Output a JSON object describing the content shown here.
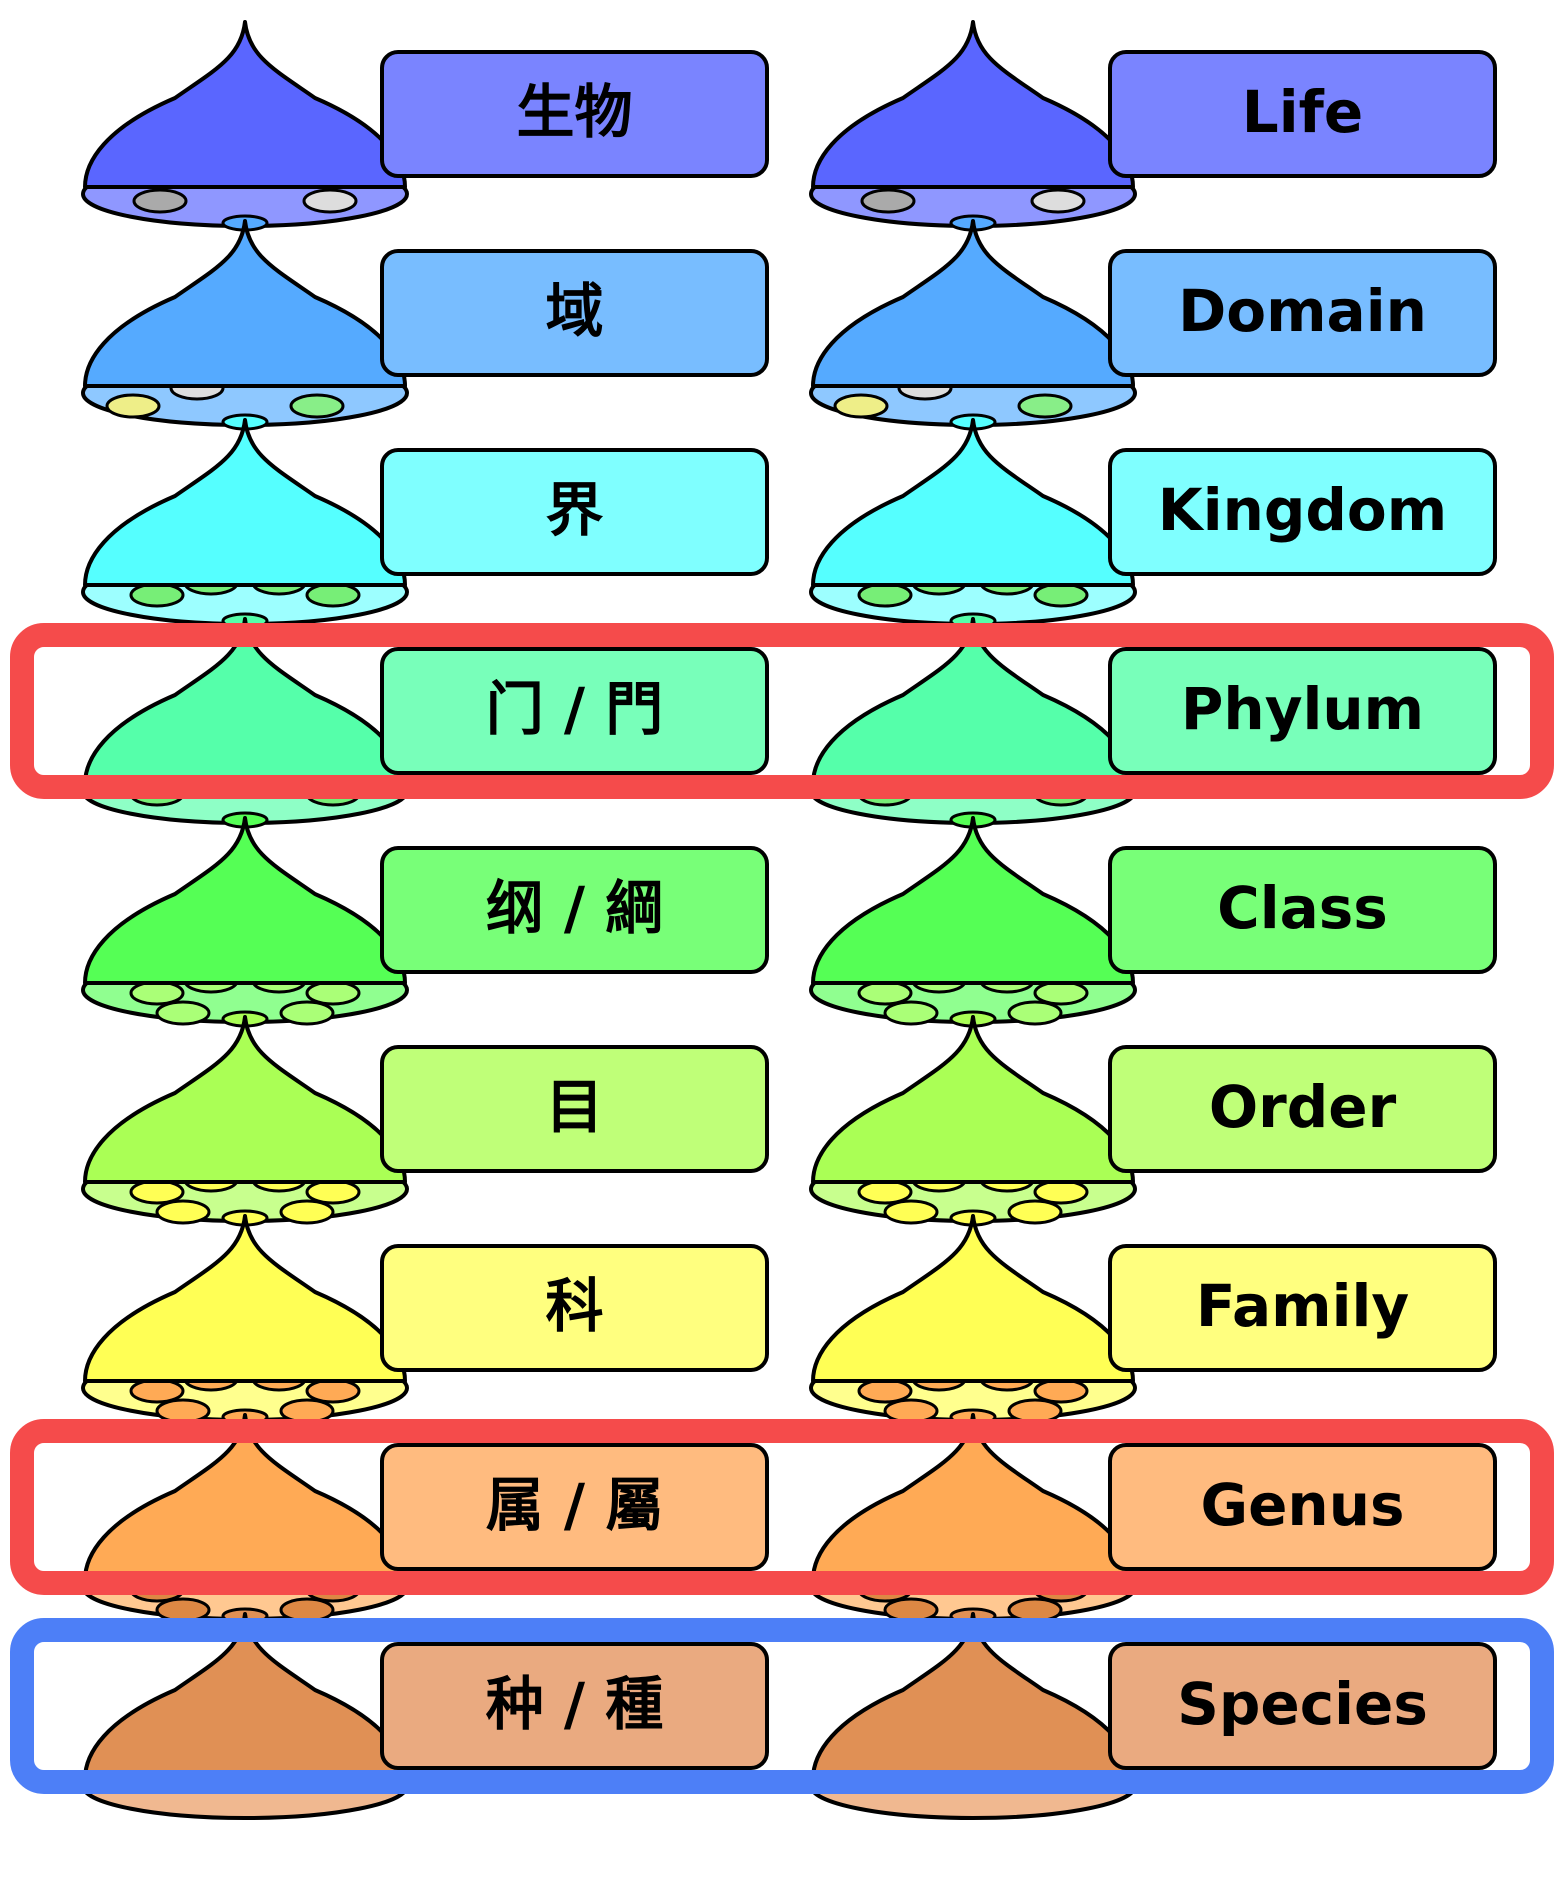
{
  "diagram": {
    "columns": [
      {
        "id": "chinese",
        "levels": [
          {
            "label": "生物"
          },
          {
            "label": "域"
          },
          {
            "label": "界"
          },
          {
            "label": "门 / 門"
          },
          {
            "label": "纲 / 綱"
          },
          {
            "label": "目"
          },
          {
            "label": "科"
          },
          {
            "label": "属 / 屬"
          },
          {
            "label": "种 / 種"
          }
        ]
      },
      {
        "id": "english",
        "levels": [
          {
            "label": "Life"
          },
          {
            "label": "Domain"
          },
          {
            "label": "Kingdom"
          },
          {
            "label": "Phylum"
          },
          {
            "label": "Class"
          },
          {
            "label": "Order"
          },
          {
            "label": "Family"
          },
          {
            "label": "Genus"
          },
          {
            "label": "Species"
          }
        ]
      }
    ],
    "level_colors": [
      {
        "dome": "#5a66ff",
        "lid": "#8f97ff",
        "box": "#7a84ff"
      },
      {
        "dome": "#55aaff",
        "lid": "#8ec8ff",
        "box": "#78bdff"
      },
      {
        "dome": "#55ffff",
        "lid": "#9dffff",
        "box": "#7fffff"
      },
      {
        "dome": "#55ffaa",
        "lid": "#8effc6",
        "box": "#78ffba"
      },
      {
        "dome": "#55ff55",
        "lid": "#90ff90",
        "box": "#78ff78"
      },
      {
        "dome": "#aaff55",
        "lid": "#c8ff8e",
        "box": "#bfff78"
      },
      {
        "dome": "#ffff55",
        "lid": "#ffff8e",
        "box": "#ffff7f"
      },
      {
        "dome": "#ffaa55",
        "lid": "#ffc891",
        "box": "#ffbb7f"
      },
      {
        "dome": "#e09055",
        "lid": "#f0b890",
        "box": "#eaaa80"
      }
    ],
    "dot_colors": [
      [
        "#aaaaaa",
        "#dddddd"
      ],
      [
        "#eeee88",
        "#dddddd",
        "#88ee88"
      ],
      [
        "#77ee77"
      ],
      [
        "#77ee77"
      ],
      [
        "#aaff77"
      ],
      [
        "#ffff55"
      ],
      [
        "#ffaa55"
      ],
      [
        "#dd8844"
      ],
      []
    ],
    "highlights": [
      {
        "levels": [
          3
        ],
        "color": "#f54b4b"
      },
      {
        "levels": [
          7
        ],
        "color": "#f54b4b"
      },
      {
        "levels": [
          8
        ],
        "color": "#4d7ff7"
      }
    ]
  }
}
